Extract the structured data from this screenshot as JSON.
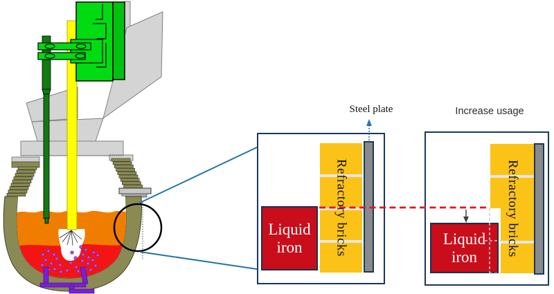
{
  "annotations": {
    "steel_plate": "Steel plate",
    "increase_usage": "Increase usage"
  },
  "panel1": {
    "refractory": "Refractory bricks",
    "liquid": "Liquid iron"
  },
  "panel2": {
    "refractory": "Refractory bricks",
    "liquid": "Liquid iron"
  },
  "colors": {
    "box_border": "#17375f",
    "brick_yellow": "#fbc318",
    "brick_divider": "#e6e6e6",
    "steel_plate_gray": "#8a8a8a",
    "liquid_iron_red": "#c90d1b",
    "level_dashed_red": "#e8131e",
    "connector_blue": "#2273a8",
    "label_arrow_blue": "#2e74a8",
    "erosion_dashed_gray": "#cccccc",
    "furnace_wall_olive": "#8a8a55",
    "slag_orange": "#f07d00",
    "molten_iron_red": "#f51414",
    "lance_yellow": "#ffff00",
    "probe_rod_green": "#117a11",
    "machine_green": "#00db12",
    "chute_gray": "#d4d4d4",
    "stirrer_purple": "#7a1fd8",
    "bubble_purple": "#c050d8"
  }
}
